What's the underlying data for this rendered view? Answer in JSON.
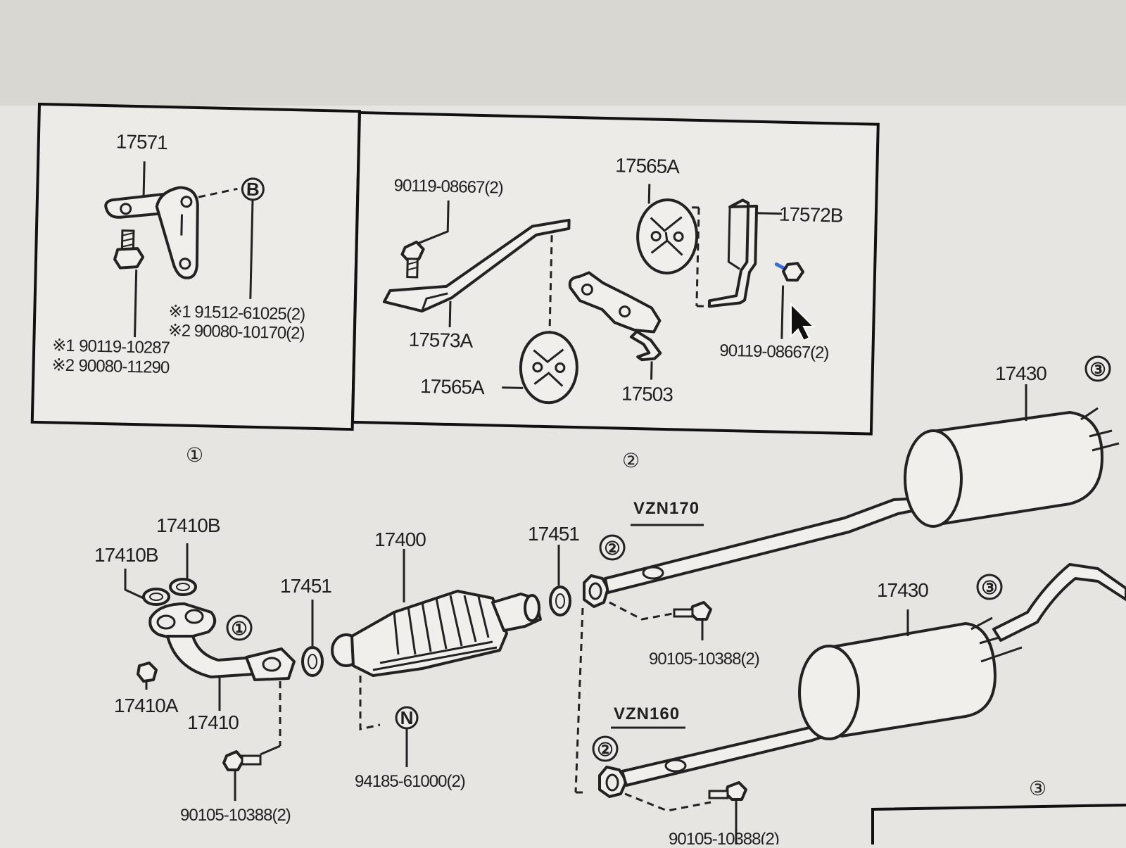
{
  "panel1": {
    "bracket": "17571",
    "marker_b": "B",
    "note1a_mark": "※1",
    "note1a": "91512-61025(2)",
    "note1b_mark": "※2",
    "note1b": "90080-10170(2)",
    "note2a_mark": "※1",
    "note2a": "90119-10287",
    "note2b_mark": "※2",
    "note2b": "90080-11290",
    "index": "①"
  },
  "panel2": {
    "bolt_left": "90119-08667(2)",
    "bracket_long": "17573A",
    "cushion_top": "17565A",
    "bracket_right": "17572B",
    "bolt_right": "90119-08667(2)",
    "cushion_bottom": "17565A",
    "hanger": "17503",
    "index": "②"
  },
  "main": {
    "gasket_b_left": "17410B",
    "gasket_b_right": "17410B",
    "front_pipe": "17410",
    "nut": "17410A",
    "front_pipe_marker": "①",
    "gasket_left": "17451",
    "converter": "17400",
    "gasket_right": "17451",
    "marker_n": "N",
    "converter_bolt": "94185-61000(2)",
    "front_bolt": "90105-10388(2)",
    "vzn170": "VZN170",
    "vzn160": "VZN160",
    "pipe_marker_upper": "②",
    "pipe_marker_lower": "②",
    "pipe_bolt_upper": "90105-10388(2)",
    "pipe_bolt_lower": "90105-10388(2)",
    "muffler_upper": "17430",
    "muffler_upper_marker": "③",
    "muffler_lower": "17430",
    "muffler_lower_marker": "③",
    "panel3_index": "③"
  }
}
